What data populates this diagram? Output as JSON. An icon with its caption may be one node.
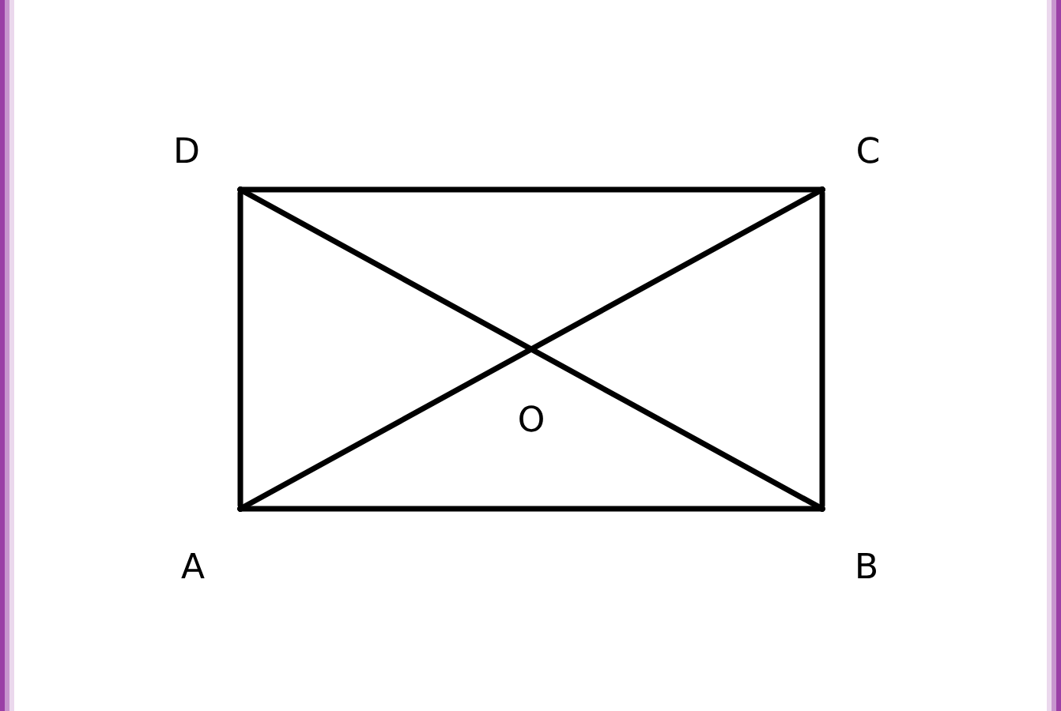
{
  "diagram": {
    "nodes": [
      {
        "text": [],
        "shape": "point",
        "beside": [
          "A"
        ]
      },
      {
        "text": [],
        "shape": "point",
        "beside": [
          "B"
        ]
      },
      {
        "text": [],
        "shape": "point",
        "beside": [
          "C"
        ]
      },
      {
        "text": [],
        "shape": "point",
        "beside": [
          "D"
        ]
      }
    ],
    "edges": [
      {
        "from": 0,
        "to": 1,
        "arrow": "none"
      },
      {
        "from": 1,
        "to": 2,
        "arrow": "none"
      },
      {
        "from": 2,
        "to": 3,
        "arrow": "none"
      },
      {
        "from": 3,
        "to": 0,
        "arrow": "none"
      },
      {
        "from": 0,
        "to": 2,
        "arrow": "none"
      },
      {
        "from": 1,
        "to": 3,
        "arrow": "none"
      }
    ],
    "labels": [
      "O"
    ]
  }
}
